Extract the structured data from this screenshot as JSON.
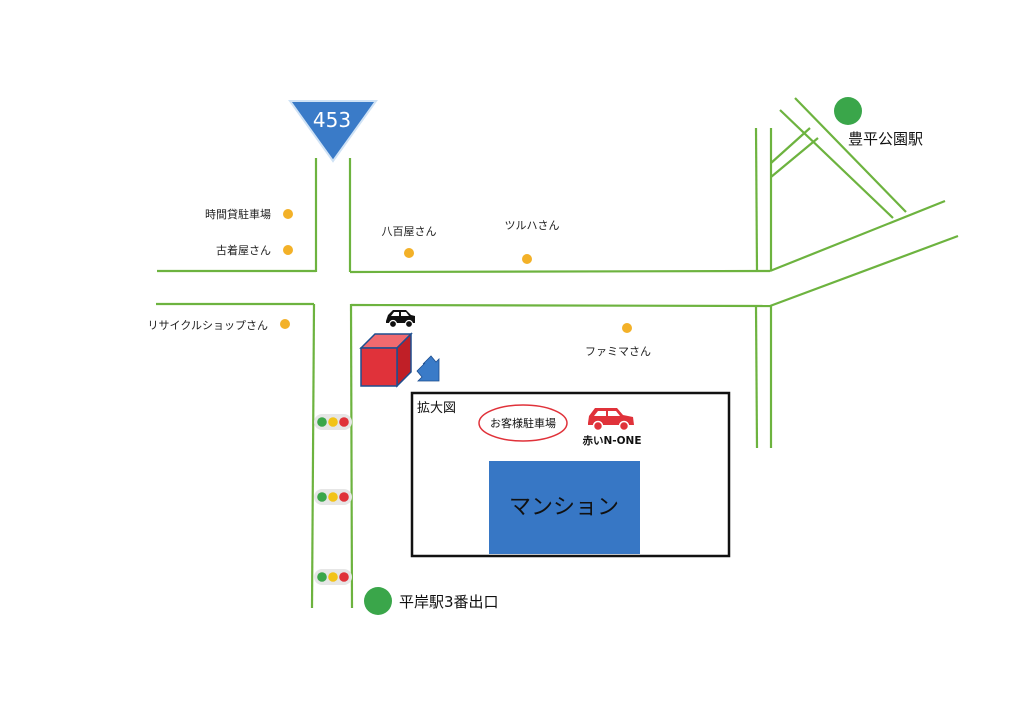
{
  "route": {
    "number": "453",
    "color": "#3a7bc8"
  },
  "colors": {
    "road": "#6db33f",
    "poi_dot": "#f3b128",
    "station": "#3aa64a",
    "building": "#e0323a",
    "mansion": "#3777c5",
    "car_icon": "#e0323a"
  },
  "stations": {
    "toyohira_koen": "豊平公園駅",
    "hiragishi_exit": "平岸駅3番出口"
  },
  "pois": {
    "hourly_parking": "時間貸駐車場",
    "used_clothing": "古着屋さん",
    "vegetable_store": "八百屋さん",
    "tsuruha": "ツルハさん",
    "recycle_shop": "リサイクルショップさん",
    "familymart": "ファミマさん"
  },
  "inset": {
    "title": "拡大図",
    "guest_parking": "お客様駐車場",
    "red_car": "赤いN-ONE",
    "building": "マンション"
  },
  "icons": {
    "car": "car-icon",
    "destination": "building-cube-icon",
    "arrow": "arrow-down-right-icon",
    "traffic_light": "traffic-light-icon",
    "station": "station-circle-icon",
    "route_shield": "route-shield-icon"
  }
}
